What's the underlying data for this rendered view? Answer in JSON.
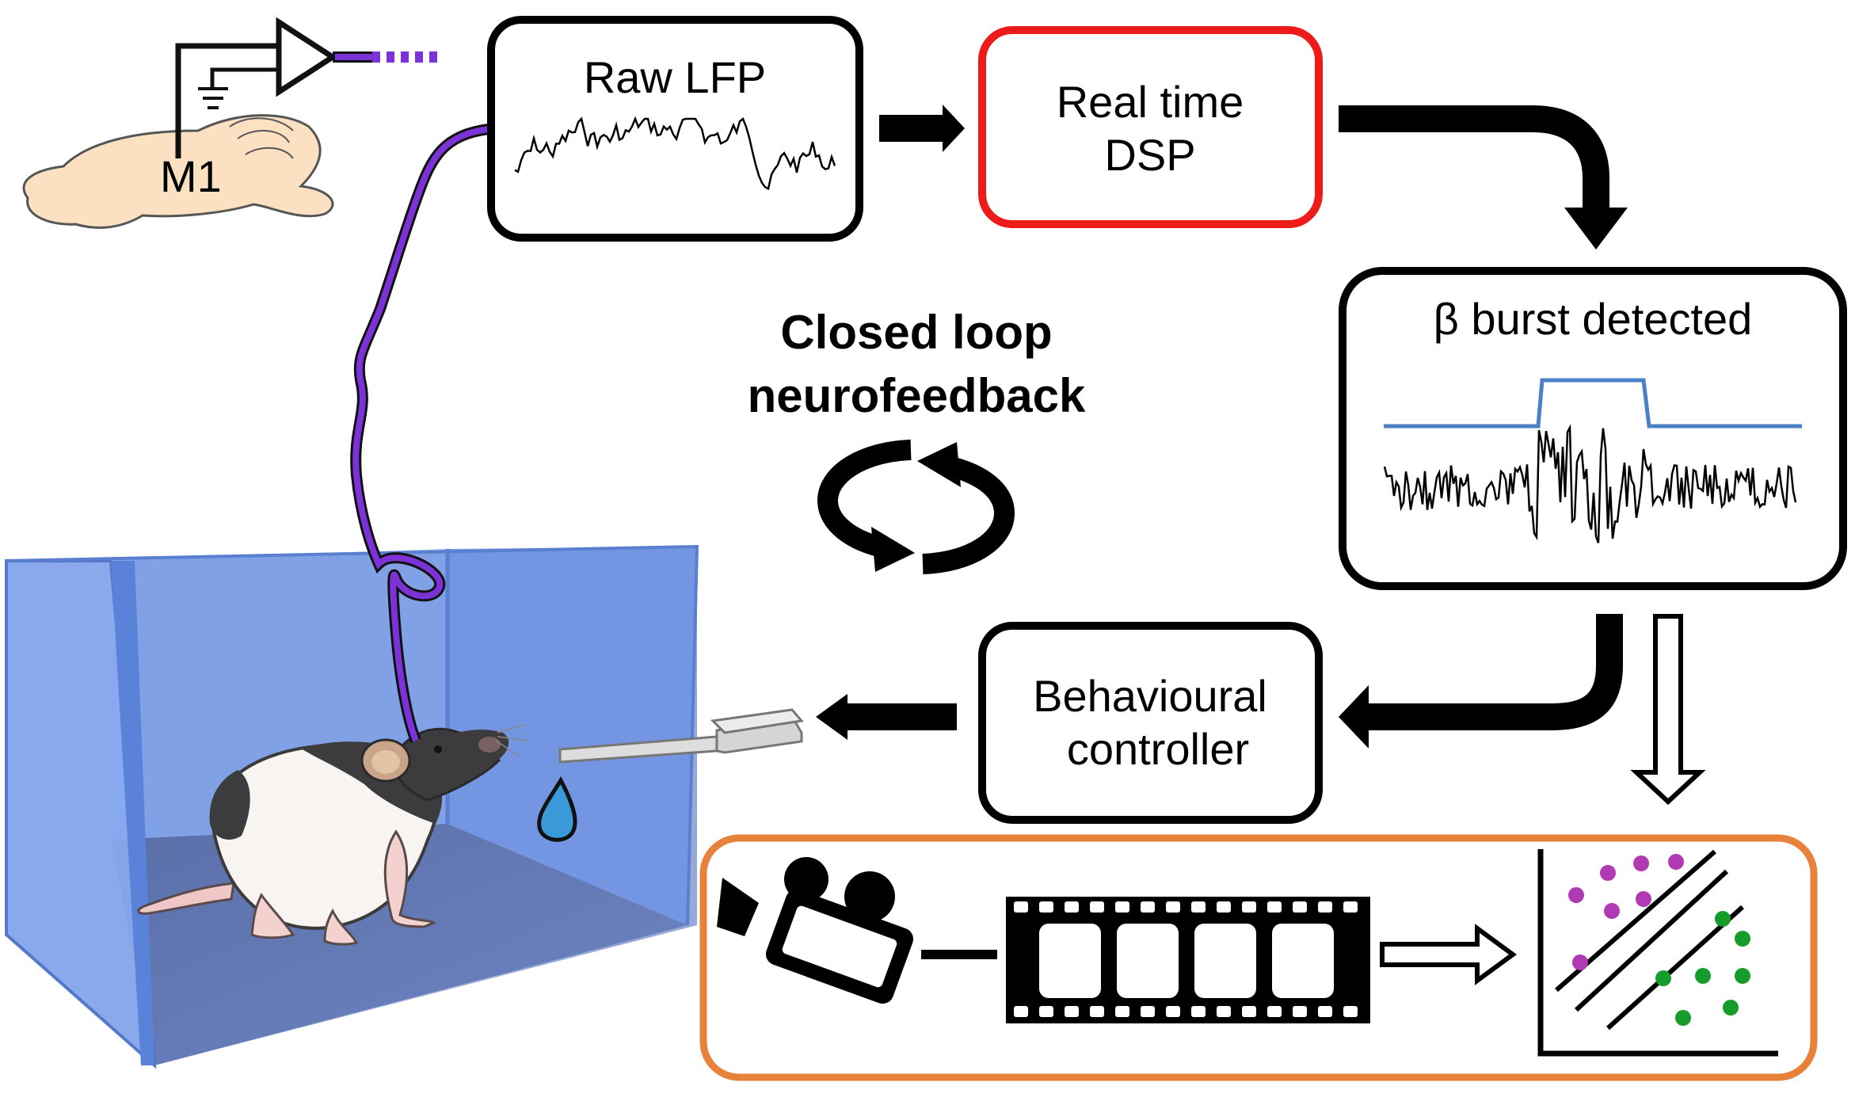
{
  "brain": {
    "region_label": "M1"
  },
  "boxes": {
    "raw_lfp": {
      "label": "Raw LFP"
    },
    "dsp": {
      "line1": "Real time",
      "line2": "DSP"
    },
    "burst": {
      "label": "β burst detected"
    },
    "controller": {
      "line1": "Behavioural",
      "line2": "controller"
    }
  },
  "center": {
    "line1": "Closed loop",
    "line2": "neurofeedback"
  },
  "colors": {
    "cable": "#7b32d6",
    "dsp_border": "#ee1b1b",
    "analysis_border": "#e8823b",
    "arena": "#5f8fe8",
    "burst_trace": "#4a80c8",
    "droplet": "#3a9ad8",
    "cluster_a": "#b03ab3",
    "cluster_b": "#159c2a"
  },
  "icons": [
    "amplifier-icon",
    "ground-icon",
    "brain-icon",
    "cycle-arrows-icon",
    "camera-icon",
    "film-strip-icon",
    "scatter-plot-icon",
    "rat-illustration",
    "water-drop-icon",
    "reward-spout-icon"
  ]
}
